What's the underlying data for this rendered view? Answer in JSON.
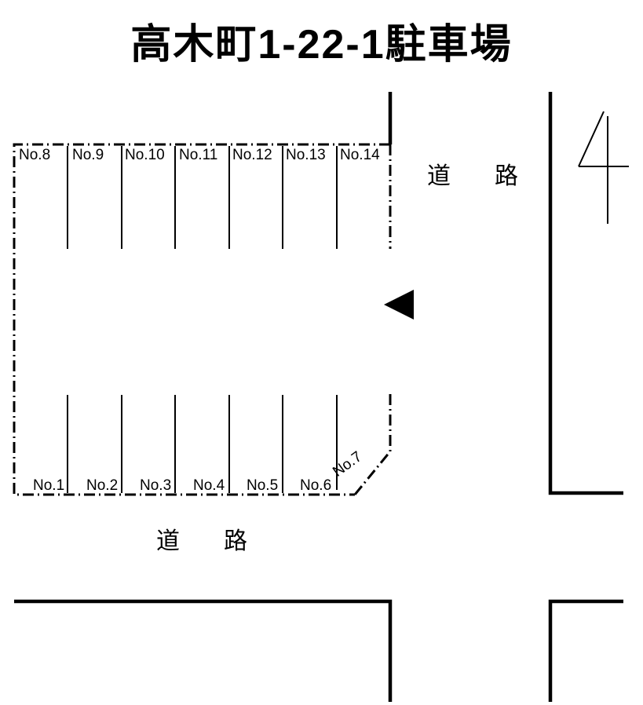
{
  "title": "高木町1-22-1駐車場",
  "roads": {
    "right_label": "道　路",
    "bottom_label": "道　路"
  },
  "parking": {
    "top_row": [
      {
        "label": "No.8"
      },
      {
        "label": "No.9"
      },
      {
        "label": "No.10"
      },
      {
        "label": "No.11"
      },
      {
        "label": "No.12"
      },
      {
        "label": "No.13"
      },
      {
        "label": "No.14"
      }
    ],
    "bottom_row": [
      {
        "label": "No.1"
      },
      {
        "label": "No.2"
      },
      {
        "label": "No.3"
      },
      {
        "label": "No.4"
      },
      {
        "label": "No.5"
      },
      {
        "label": "No.6"
      }
    ],
    "corner_space": {
      "label": "No.7"
    }
  },
  "symbols": {
    "entrance_arrow": "left-pointing-triangle",
    "pole_marker": "4"
  },
  "colors": {
    "line": "#000000",
    "background": "#ffffff"
  }
}
